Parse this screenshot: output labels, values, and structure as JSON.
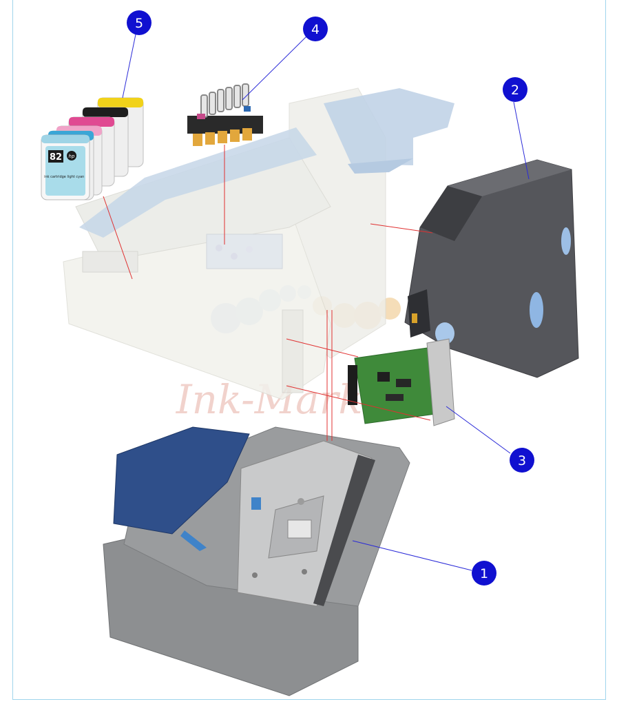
{
  "colors": {
    "callout_fill": "#1010d0",
    "callout_line": "#2a2ad8",
    "assembly_line": "#e03030",
    "frame_border": "#9fd4ec",
    "body_white": "#f2f2ee",
    "body_blue": "#b9cde3",
    "gray_part": "#8d8f91",
    "dark_part": "#4d4d52",
    "blue_cover": "#2f4f8a",
    "pcb_green": "#3f8a3a"
  },
  "callouts": [
    {
      "label": "1",
      "part": "base-assembly"
    },
    {
      "label": "2",
      "part": "rear-cover-assembly"
    },
    {
      "label": "3",
      "part": "formatter-card"
    },
    {
      "label": "4",
      "part": "printhead-set"
    },
    {
      "label": "5",
      "part": "ink-cartridge-set"
    }
  ],
  "cartridge": {
    "number": "82",
    "brand": "hp",
    "text_left": "ink cartridge",
    "text_right": "light cyan"
  },
  "watermark": {
    "text": "Ink-Market"
  }
}
